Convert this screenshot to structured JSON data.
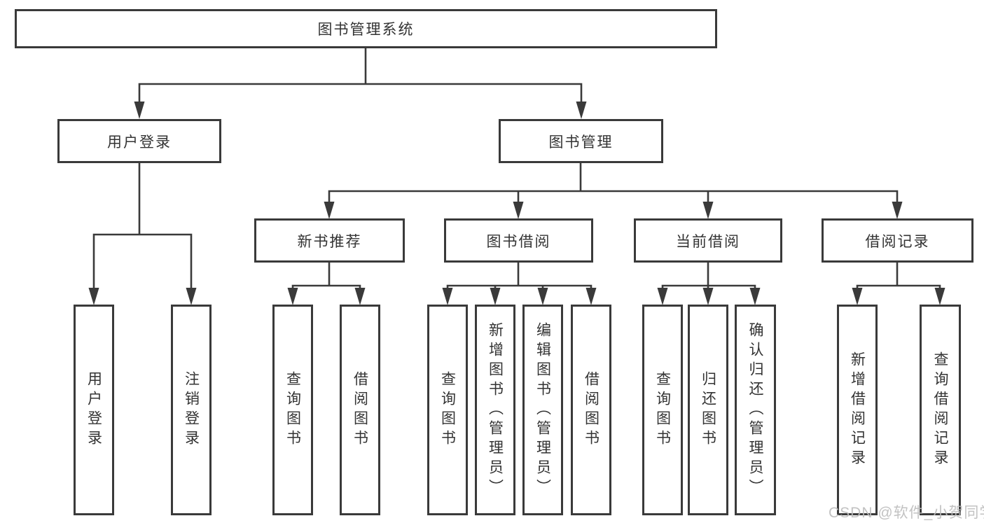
{
  "diagram": {
    "root": {
      "label": "图书管理系统"
    },
    "level2": [
      {
        "label": "用户登录"
      },
      {
        "label": "图书管理"
      }
    ],
    "level3": [
      {
        "label": "新书推荐"
      },
      {
        "label": "图书借阅"
      },
      {
        "label": "当前借阅"
      },
      {
        "label": "借阅记录"
      }
    ],
    "leaves": {
      "login": [
        {
          "label": "用户登录"
        },
        {
          "label": "注销登录"
        }
      ],
      "recommend": [
        {
          "label": "查询图书"
        },
        {
          "label": "借阅图书"
        }
      ],
      "borrow": [
        {
          "label": "查询图书"
        },
        {
          "label": "新增图书（管理员）"
        },
        {
          "label": "编辑图书（管理员）"
        },
        {
          "label": "借阅图书"
        }
      ],
      "current": [
        {
          "label": "查询图书"
        },
        {
          "label": "归还图书"
        },
        {
          "label": "确认归还（管理员）"
        }
      ],
      "records": [
        {
          "label": "新增借阅记录"
        },
        {
          "label": "查询借阅记录"
        }
      ]
    }
  },
  "watermark": {
    "text": "CSDN @软件_小贺同学"
  },
  "colors": {
    "stroke": "#3a3a3a",
    "text": "#333333",
    "watermark": "#bdbdbd",
    "background": "#ffffff"
  }
}
